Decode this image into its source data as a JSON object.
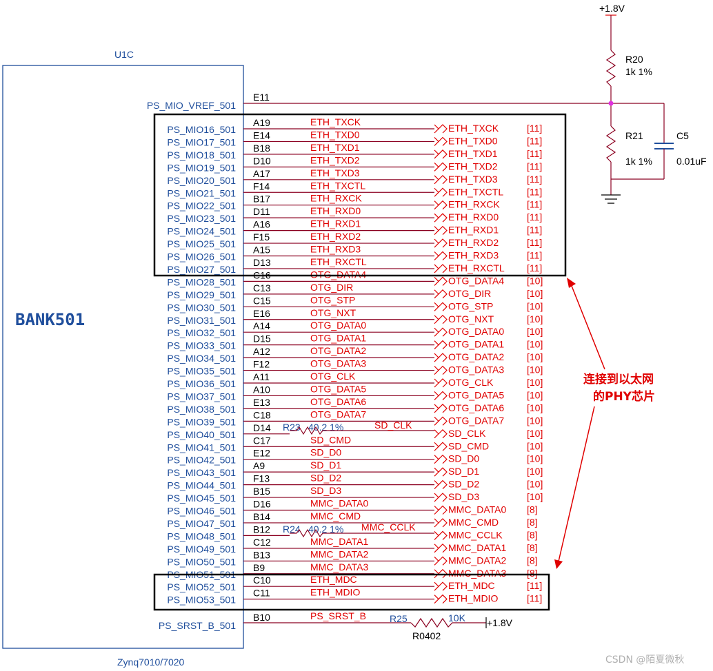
{
  "chip": {
    "ref": "U1C",
    "bank_label": "BANK501",
    "part": "Zynq7010/7020",
    "vref_pin": "PS_MIO_VREF_501",
    "vref_ball": "E11",
    "srst_pin": "PS_SRST_B_501",
    "srst_ball": "B10",
    "srst_net": "PS_SRST_B"
  },
  "pins": [
    {
      "pin": "PS_MIO16_501",
      "ball": "A19",
      "net": "ETH_TXCK",
      "port": "ETH_TXCK",
      "ref": "[11]"
    },
    {
      "pin": "PS_MIO17_501",
      "ball": "E14",
      "net": "ETH_TXD0",
      "port": "ETH_TXD0",
      "ref": "[11]"
    },
    {
      "pin": "PS_MIO18_501",
      "ball": "B18",
      "net": "ETH_TXD1",
      "port": "ETH_TXD1",
      "ref": "[11]"
    },
    {
      "pin": "PS_MIO19_501",
      "ball": "D10",
      "net": "ETH_TXD2",
      "port": "ETH_TXD2",
      "ref": "[11]"
    },
    {
      "pin": "PS_MIO20_501",
      "ball": "A17",
      "net": "ETH_TXD3",
      "port": "ETH_TXD3",
      "ref": "[11]"
    },
    {
      "pin": "PS_MIO21_501",
      "ball": "F14",
      "net": "ETH_TXCTL",
      "port": "ETH_TXCTL",
      "ref": "[11]"
    },
    {
      "pin": "PS_MIO22_501",
      "ball": "B17",
      "net": "ETH_RXCK",
      "port": "ETH_RXCK",
      "ref": "[11]"
    },
    {
      "pin": "PS_MIO23_501",
      "ball": "D11",
      "net": "ETH_RXD0",
      "port": "ETH_RXD0",
      "ref": "[11]"
    },
    {
      "pin": "PS_MIO24_501",
      "ball": "A16",
      "net": "ETH_RXD1",
      "port": "ETH_RXD1",
      "ref": "[11]"
    },
    {
      "pin": "PS_MIO25_501",
      "ball": "F15",
      "net": "ETH_RXD2",
      "port": "ETH_RXD2",
      "ref": "[11]"
    },
    {
      "pin": "PS_MIO26_501",
      "ball": "A15",
      "net": "ETH_RXD3",
      "port": "ETH_RXD3",
      "ref": "[11]"
    },
    {
      "pin": "PS_MIO27_501",
      "ball": "D13",
      "net": "ETH_RXCTL",
      "port": "ETH_RXCTL",
      "ref": "[11]"
    },
    {
      "pin": "PS_MIO28_501",
      "ball": "C16",
      "net": "OTG_DATA4",
      "port": "OTG_DATA4",
      "ref": "[10]"
    },
    {
      "pin": "PS_MIO29_501",
      "ball": "C13",
      "net": "OTG_DIR",
      "port": "OTG_DIR",
      "ref": "[10]"
    },
    {
      "pin": "PS_MIO30_501",
      "ball": "C15",
      "net": "OTG_STP",
      "port": "OTG_STP",
      "ref": "[10]"
    },
    {
      "pin": "PS_MIO31_501",
      "ball": "E16",
      "net": "OTG_NXT",
      "port": "OTG_NXT",
      "ref": "[10]"
    },
    {
      "pin": "PS_MIO32_501",
      "ball": "A14",
      "net": "OTG_DATA0",
      "port": "OTG_DATA0",
      "ref": "[10]"
    },
    {
      "pin": "PS_MIO33_501",
      "ball": "D15",
      "net": "OTG_DATA1",
      "port": "OTG_DATA1",
      "ref": "[10]"
    },
    {
      "pin": "PS_MIO34_501",
      "ball": "A12",
      "net": "OTG_DATA2",
      "port": "OTG_DATA2",
      "ref": "[10]"
    },
    {
      "pin": "PS_MIO35_501",
      "ball": "F12",
      "net": "OTG_DATA3",
      "port": "OTG_DATA3",
      "ref": "[10]"
    },
    {
      "pin": "PS_MIO36_501",
      "ball": "A11",
      "net": "OTG_CLK",
      "port": "OTG_CLK",
      "ref": "[10]"
    },
    {
      "pin": "PS_MIO37_501",
      "ball": "A10",
      "net": "OTG_DATA5",
      "port": "OTG_DATA5",
      "ref": "[10]"
    },
    {
      "pin": "PS_MIO38_501",
      "ball": "E13",
      "net": "OTG_DATA6",
      "port": "OTG_DATA6",
      "ref": "[10]"
    },
    {
      "pin": "PS_MIO39_501",
      "ball": "C18",
      "net": "OTG_DATA7",
      "port": "OTG_DATA7",
      "ref": "[10]"
    },
    {
      "pin": "PS_MIO40_501",
      "ball": "D14",
      "net": "",
      "port": "SD_CLK",
      "ref": "[10]"
    },
    {
      "pin": "PS_MIO41_501",
      "ball": "C17",
      "net": "SD_CMD",
      "port": "SD_CMD",
      "ref": "[10]"
    },
    {
      "pin": "PS_MIO42_501",
      "ball": "E12",
      "net": "SD_D0",
      "port": "SD_D0",
      "ref": "[10]"
    },
    {
      "pin": "PS_MIO43_501",
      "ball": "A9",
      "net": "SD_D1",
      "port": "SD_D1",
      "ref": "[10]"
    },
    {
      "pin": "PS_MIO44_501",
      "ball": "F13",
      "net": "SD_D2",
      "port": "SD_D2",
      "ref": "[10]"
    },
    {
      "pin": "PS_MIO45_501",
      "ball": "B15",
      "net": "SD_D3",
      "port": "SD_D3",
      "ref": "[10]"
    },
    {
      "pin": "PS_MIO46_501",
      "ball": "D16",
      "net": "MMC_DATA0",
      "port": "MMC_DATA0",
      "ref": "[8]"
    },
    {
      "pin": "PS_MIO47_501",
      "ball": "B14",
      "net": "MMC_CMD",
      "port": "MMC_CMD",
      "ref": "[8]"
    },
    {
      "pin": "PS_MIO48_501",
      "ball": "B12",
      "net": "",
      "port": "MMC_CCLK",
      "ref": "[8]"
    },
    {
      "pin": "PS_MIO49_501",
      "ball": "C12",
      "net": "MMC_DATA1",
      "port": "MMC_DATA1",
      "ref": "[8]"
    },
    {
      "pin": "PS_MIO50_501",
      "ball": "B13",
      "net": "MMC_DATA2",
      "port": "MMC_DATA2",
      "ref": "[8]"
    },
    {
      "pin": "PS_MIO51_501",
      "ball": "B9",
      "net": "MMC_DATA3",
      "port": "MMC_DATA3",
      "ref": "[8]"
    },
    {
      "pin": "PS_MIO52_501",
      "ball": "C10",
      "net": "ETH_MDC",
      "port": "ETH_MDC",
      "ref": "[11]"
    },
    {
      "pin": "PS_MIO53_501",
      "ball": "C11",
      "net": "ETH_MDIO",
      "port": "ETH_MDIO",
      "ref": "[11]"
    }
  ],
  "series_resistors": {
    "r23_label": "R23",
    "r23_value": "40.2 1%",
    "r23_net": "SD_CLK",
    "r24_label": "R24",
    "r24_value": "40.2 1%",
    "r24_net": "MMC_CCLK"
  },
  "vref_network": {
    "rail": "+1.8V",
    "r20_ref": "R20",
    "r20_value": "1k 1%",
    "r21_ref": "R21",
    "r21_value": "1k 1%",
    "c5_ref": "C5",
    "c5_value": "0.01uF"
  },
  "reset_network": {
    "r25_ref": "R25",
    "r25_value": "10K",
    "r25_package": "R0402",
    "rail": "+1.8V"
  },
  "annotation": {
    "line1": "连接到以太网",
    "line2": "的PHY芯片"
  },
  "watermark": "CSDN @陌夏微秋",
  "colors": {
    "pin_text": "#1f4e9c",
    "net_text": "#e00000",
    "wire": "#8b0020",
    "chip_outline": "#1f4e9c",
    "highlight_box": "#000000",
    "annotation": "#e00000"
  }
}
